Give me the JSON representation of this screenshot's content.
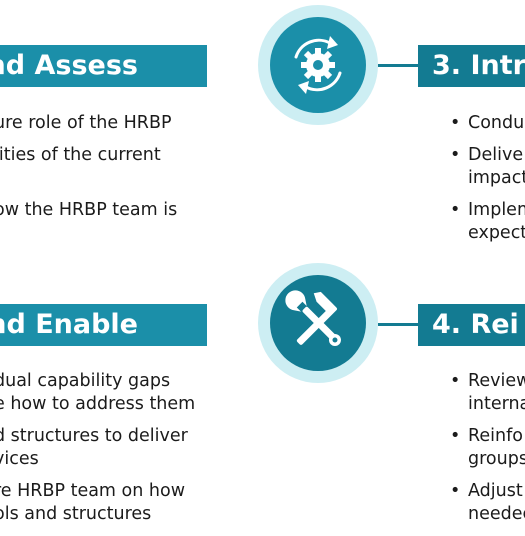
{
  "colors": {
    "teal": "#1b8fa9",
    "teal_dark": "#137b92",
    "ring_outer": "#cdeef3",
    "text": "#1b1b1b",
    "icon": "#ffffff"
  },
  "stages": [
    {
      "title": "nd Assess",
      "bullets": [
        "ure role of the HRBP",
        "lities of the current",
        "ow the HRBP team is"
      ]
    },
    {
      "title": "3. Intro",
      "icon": "gear-cycle-icon",
      "bullets": [
        "Condu",
        "Delive",
        "impact",
        "Implem",
        "expect"
      ]
    },
    {
      "title": "nd Enable",
      "bullets": [
        "dual capability gaps",
        "e how to address them",
        "d structures to deliver",
        "vices",
        "re HRBP team on how",
        "ols and structures"
      ]
    },
    {
      "title": "4. Rei",
      "icon": "hammer-wrench-icon",
      "bullets": [
        "Review",
        "interna",
        "Reinfo",
        "groups",
        "Adjust",
        "needec"
      ]
    }
  ]
}
